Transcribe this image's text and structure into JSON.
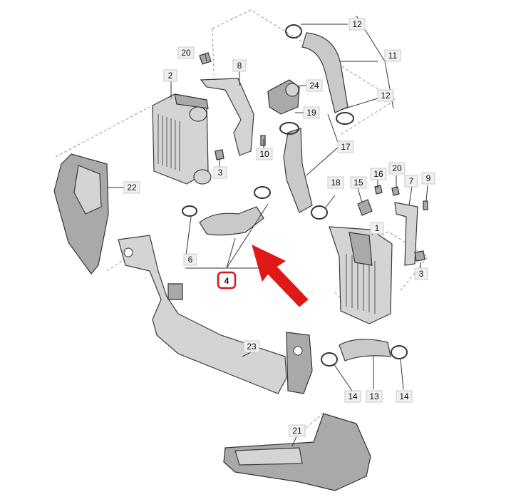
{
  "callouts": {
    "c1": "1",
    "c2": "2",
    "c3a": "3",
    "c3b": "3",
    "c4": "4",
    "c6": "6",
    "c7": "7",
    "c8": "8",
    "c9": "9",
    "c10": "10",
    "c11": "11",
    "c12a": "12",
    "c12b": "12",
    "c13": "13",
    "c14a": "14",
    "c14b": "14",
    "c15": "15",
    "c16": "16",
    "c17": "17",
    "c18": "18",
    "c19": "19",
    "c20a": "20",
    "c20b": "20",
    "c21": "21",
    "c22": "22",
    "c23": "23",
    "c24": "24"
  },
  "highlight": {
    "part": "4",
    "color": "#d81414"
  },
  "arrow_color": "#e01818"
}
